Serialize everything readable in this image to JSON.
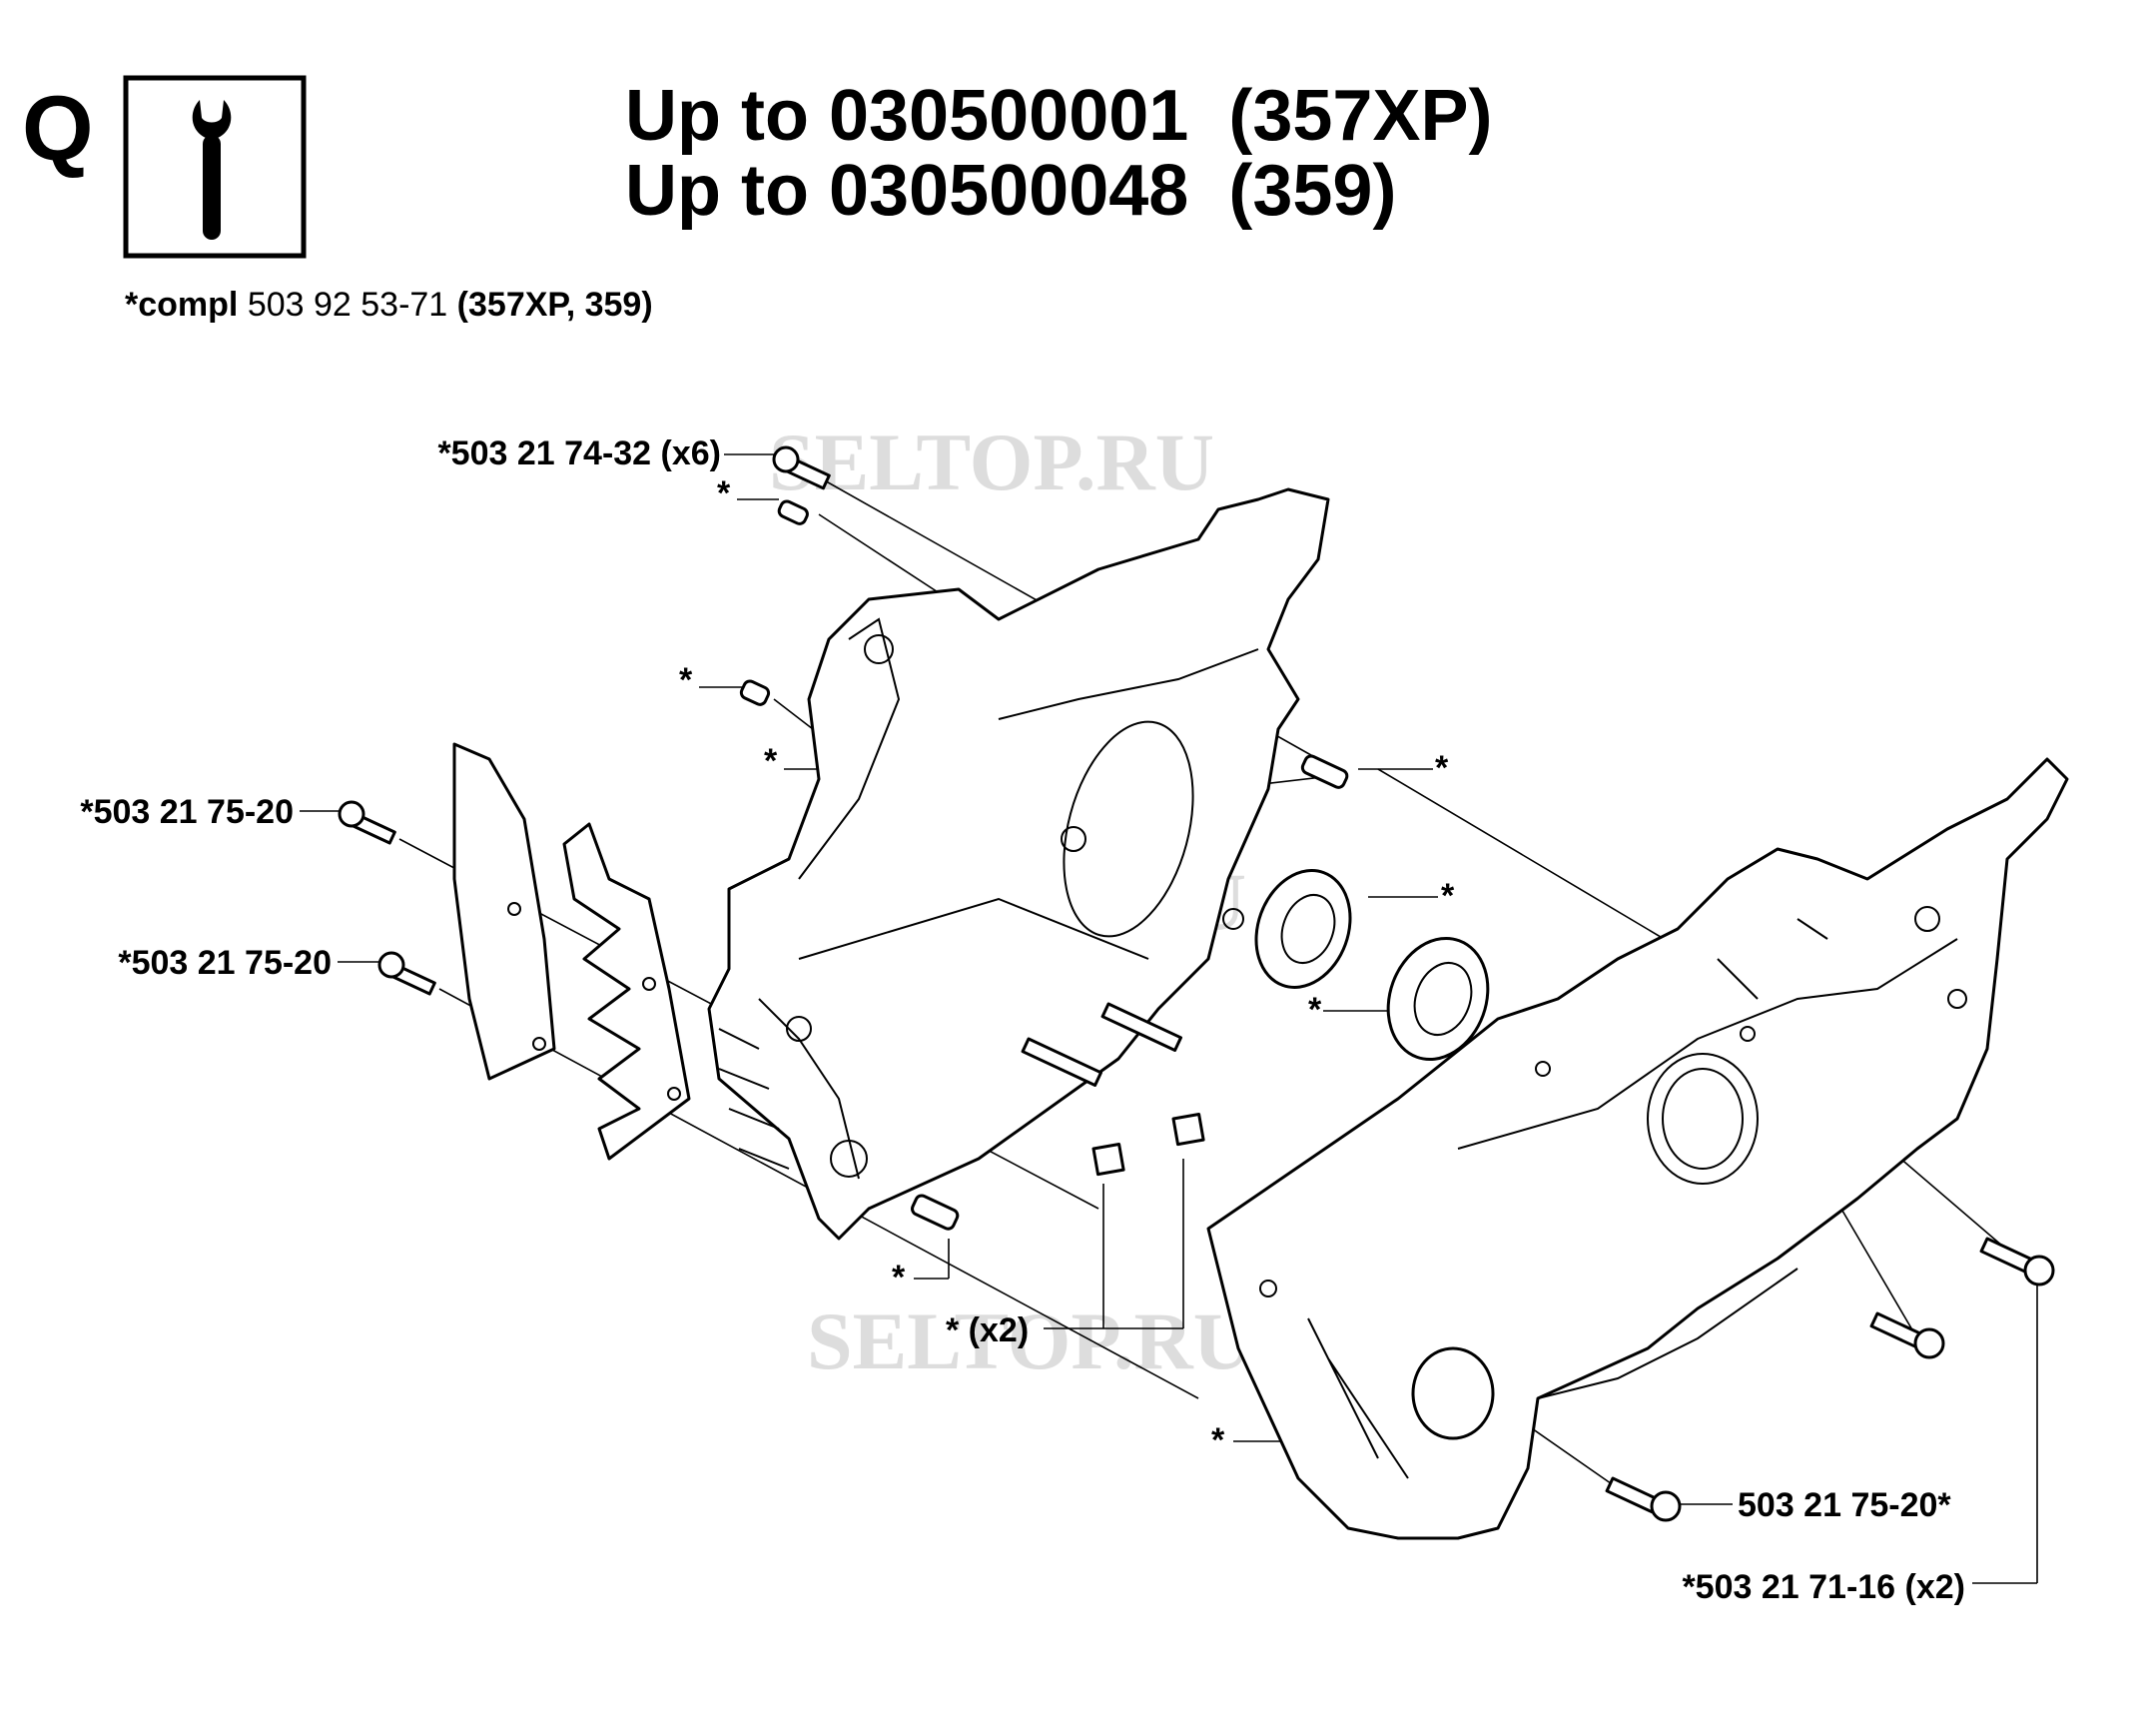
{
  "header": {
    "section_letter": "Q",
    "icon": "wrench-icon",
    "title_lines": [
      "Up to 030500001  (357XP)",
      "Up to 030500048  (359)"
    ],
    "compl_prefix": "*compl",
    "compl_number": "503 92 53-71",
    "compl_models": "(357XP, 359)"
  },
  "watermark": "SELTOP.RU",
  "labels": {
    "screw_top": "*503 21 74-32 (x6)",
    "pin_top": "*",
    "filter_plug": "*",
    "crankcase_left": "*",
    "screw_left_1": "*503 21 75-20",
    "screw_left_2": "*503 21 75-20",
    "pin_right": "*",
    "bearing_1": "*",
    "bearing_2": "*",
    "pin_bottom": "*",
    "bolts_x2": "* (x2)",
    "crankcase_right": "*",
    "screw_right_bottom": "503 21 75-20*",
    "screw_right_x2": "*503 21 71-16 (x2)"
  }
}
